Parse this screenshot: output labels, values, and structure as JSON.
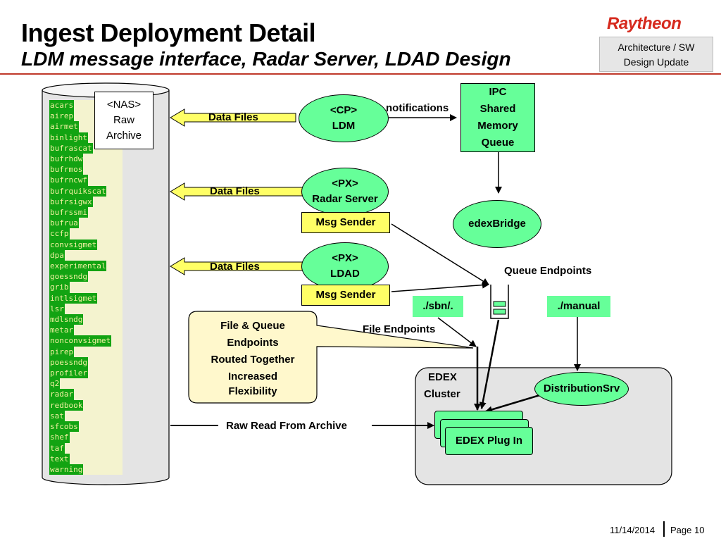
{
  "header": {
    "title": "Ingest Deployment Detail",
    "subtitle": "LDM message interface, Radar Server, LDAD Design",
    "logo": "Raytheon",
    "tag_line1": "Architecture / SW",
    "tag_line2": "Design Update"
  },
  "nas": {
    "line1": "<NAS>",
    "line2": "Raw",
    "line3": "Archive"
  },
  "file_list": [
    "acars",
    "airep",
    "airmet",
    "binlight",
    "bufrascat",
    "bufrhdw",
    "bufrmos",
    "bufrncwf",
    "bufrquikscat",
    "bufrsigwx",
    "bufrssmi",
    "bufrua",
    "ccfp",
    "convsigmet",
    "dpa",
    "experimental",
    "goessndg",
    "grib",
    "intlsigmet",
    "lsr",
    "mdlsndg",
    "metar",
    "nonconvsigmet",
    "pirep",
    "poessndg",
    "profiler",
    "q2",
    "radar",
    "redbook",
    "sat",
    "sfcobs",
    "shef",
    "taf",
    "text",
    "warning"
  ],
  "labels": {
    "data_files_1": "Data Files",
    "data_files_2": "Data Files",
    "data_files_3": "Data Files",
    "notifications": "notifications",
    "queue_endpoints": "Queue Endpoints",
    "file_endpoints": "File Endpoints",
    "raw_read": "Raw Read From Archive"
  },
  "nodes": {
    "cp_ldm": {
      "line1": "<CP>",
      "line2": "LDM"
    },
    "px_radar": {
      "line1": "<PX>",
      "line2": "Radar Server"
    },
    "px_ldad": {
      "line1": "<PX>",
      "line2": "LDAD"
    },
    "msg_sender_1": "Msg Sender",
    "msg_sender_2": "Msg Sender",
    "ipc": {
      "line1": "IPC",
      "line2": "Shared",
      "line3": "Memory",
      "line4": "Queue"
    },
    "edexbridge": "edexBridge",
    "sbn": "./sbn/.",
    "manual": "./manual",
    "distribution": "DistributionSrv",
    "edex_cluster": {
      "line1": "EDEX",
      "line2": "Cluster"
    },
    "edex_plugin": "EDEX Plug In"
  },
  "callout": {
    "line1": "File & Queue",
    "line2": "Endpoints",
    "line3": "Routed Together",
    "line4": "Increased",
    "line5": "Flexibility"
  },
  "footer": {
    "date": "11/14/2014",
    "page": "Page 10"
  },
  "colors": {
    "accent": "#d62a1e",
    "node_green": "#66ff99",
    "node_yellow": "#ffff66",
    "callout": "#fff8cc"
  }
}
